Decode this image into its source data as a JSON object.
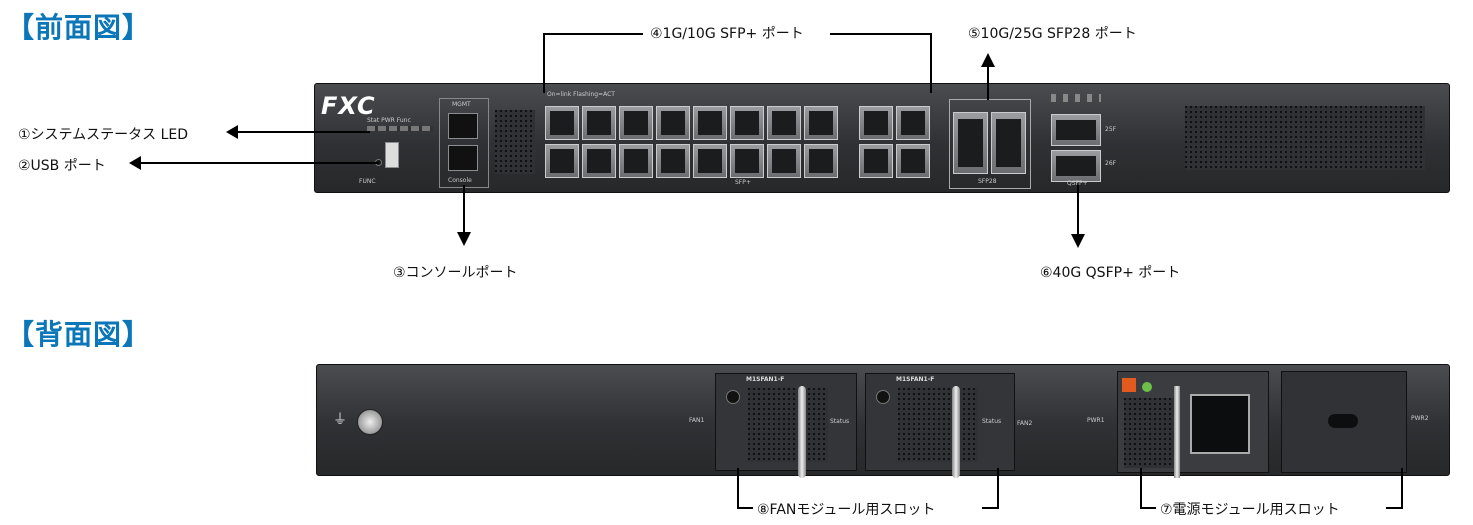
{
  "front": {
    "title": "【前面図】",
    "brand": "FXC",
    "panel_text": {
      "led_legend": "On=link  Flashing=ACT",
      "sfp_plus": "SFP+",
      "sfp28": "SFP28",
      "qsfp": "QSFP+",
      "mgmt": "MGMT",
      "console": "Console",
      "func": "FUNC",
      "q25": "25F",
      "q26": "26F",
      "model": "Stat PWR Func"
    },
    "callouts": {
      "led": "①システムステータス LED",
      "usb": "②USB ポート",
      "console": "③コンソールポート",
      "sfp_plus": "④1G/10G SFP+ ポート",
      "sfp28": "⑤10G/25G SFP28 ポート",
      "qsfp": "⑥40G QSFP+ ポート"
    }
  },
  "rear": {
    "title": "【背面図】",
    "panel_text": {
      "fan_model_1": "M1SFAN1-F",
      "fan_model_2": "M1SFAN1-F",
      "fan1": "FAN1",
      "fan2": "FAN2",
      "status": "Status",
      "pwr1": "PWR1",
      "pwr2": "PWR2"
    },
    "callouts": {
      "fan_slot": "⑧FANモジュール用スロット",
      "psu_slot": "⑦電源モジュール用スロット"
    }
  }
}
